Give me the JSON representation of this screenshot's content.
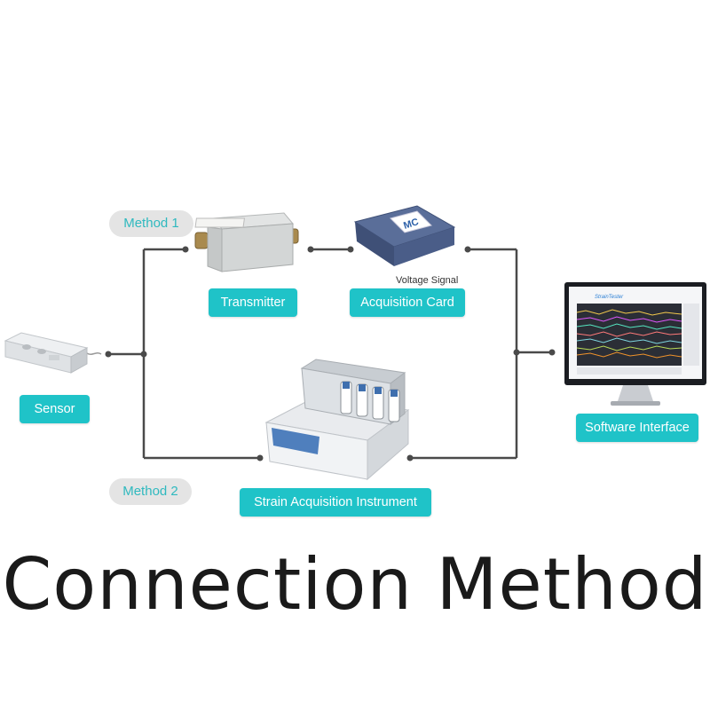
{
  "title": "Connection Method",
  "methods": {
    "method1": "Method 1",
    "method2": "Method 2"
  },
  "nodes": {
    "sensor": "Sensor",
    "transmitter": "Transmitter",
    "acquisition_card": "Acquisition Card",
    "strain_instrument": "Strain Acquisition Instrument",
    "software": "Software Interface"
  },
  "annotations": {
    "voltage_signal": "Voltage Signal"
  },
  "software_screen": {
    "brand": "StrainTester"
  },
  "colors": {
    "accent": "#1fc3c8",
    "pill_bg": "#e4e4e4",
    "pill_text": "#2fb9bf",
    "line": "#4a4a4a"
  }
}
